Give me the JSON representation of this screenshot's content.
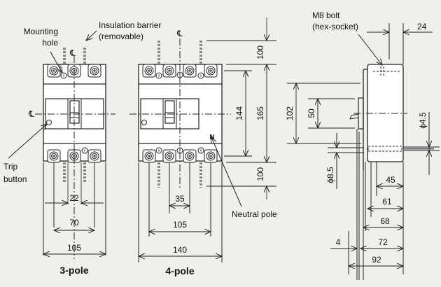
{
  "labels": {
    "mounting_hole": [
      "Mounting",
      "hole"
    ],
    "insulation_barrier": [
      "Insulation barrier",
      "(removable)"
    ],
    "trip_button": [
      "Trip",
      "button"
    ],
    "neutral_pole": "Neutral pole",
    "m8_bolt": [
      "M8 bolt",
      "(hex-socket)"
    ],
    "centerline_symbol": "℄",
    "neutral_mark": "N",
    "three_pole_caption": "3-pole",
    "four_pole_caption": "4-pole"
  },
  "dimensions": {
    "three_pole": {
      "pitch": "22",
      "mounting_span": "70",
      "width": "105"
    },
    "four_pole": {
      "pitch": "35",
      "mounting_span": "105",
      "width": "140",
      "top_clearance": "100",
      "mounting_height": "144",
      "height": "165",
      "bottom_clearance": "100"
    },
    "side": {
      "bolt_offset": "24",
      "handle_height": "102",
      "handle_frame": "50",
      "mount_dia": "ϕ8.5",
      "screw_dia": "ϕ4.5",
      "d45": "45",
      "d61": "61",
      "d68": "68",
      "d72": "72",
      "d4": "4",
      "depth": "92"
    }
  }
}
